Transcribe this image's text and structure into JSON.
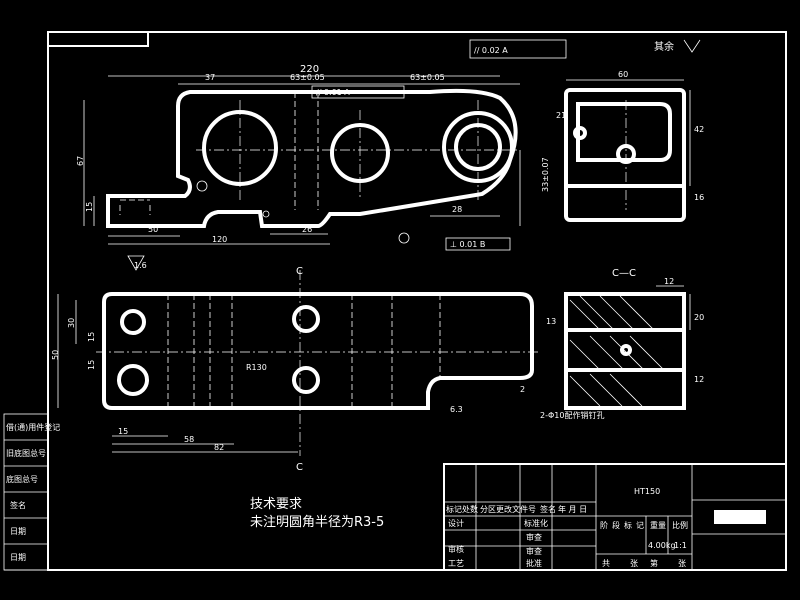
{
  "side_labels": [
    "借(通)用件登记",
    "旧底图总号",
    "底图总号",
    "签名",
    "日期",
    "日期"
  ],
  "top_view": {
    "dims": [
      "220",
      "37",
      "63±0.05",
      "63±0.05",
      "67",
      "15",
      "50",
      "120",
      "26",
      "28",
      "33±0.07",
      "1.6"
    ],
    "tolerance": "// 0.02 A",
    "position_tolerance": "// 0.01 A",
    "perp_tolerance": "⊥ 0.01 B"
  },
  "side_view": {
    "dims": [
      "60",
      "21",
      "42",
      "16"
    ]
  },
  "front_view": {
    "dims": [
      "30",
      "15",
      "15",
      "50",
      "15",
      "58",
      "82",
      "R130",
      "2",
      "6.3"
    ],
    "marks": [
      "C",
      "C"
    ]
  },
  "section": {
    "title": "C—C",
    "dims": [
      "12",
      "20",
      "13",
      "12"
    ],
    "hole_note": "2-Φ10配作销钉孔"
  },
  "surface_finish": "其余",
  "notes": {
    "title": "技术要求",
    "line1": "未注明圆角半径为R3-5"
  },
  "title_block": {
    "material": "HT150",
    "header_row": [
      "标记",
      "处数",
      "分区",
      "更改文件号",
      "签名",
      "年 月 日"
    ],
    "row_design": [
      "设计",
      "标准化"
    ],
    "row_review": [
      "审核",
      "审查"
    ],
    "row_process": [
      "工艺",
      "批准"
    ],
    "scale_header": [
      "阶",
      "段",
      "标",
      "记",
      "重量",
      "比例"
    ],
    "weight": "4.00kg",
    "scale": "1:1",
    "sheet": [
      "共",
      "张",
      "第",
      "张"
    ]
  }
}
